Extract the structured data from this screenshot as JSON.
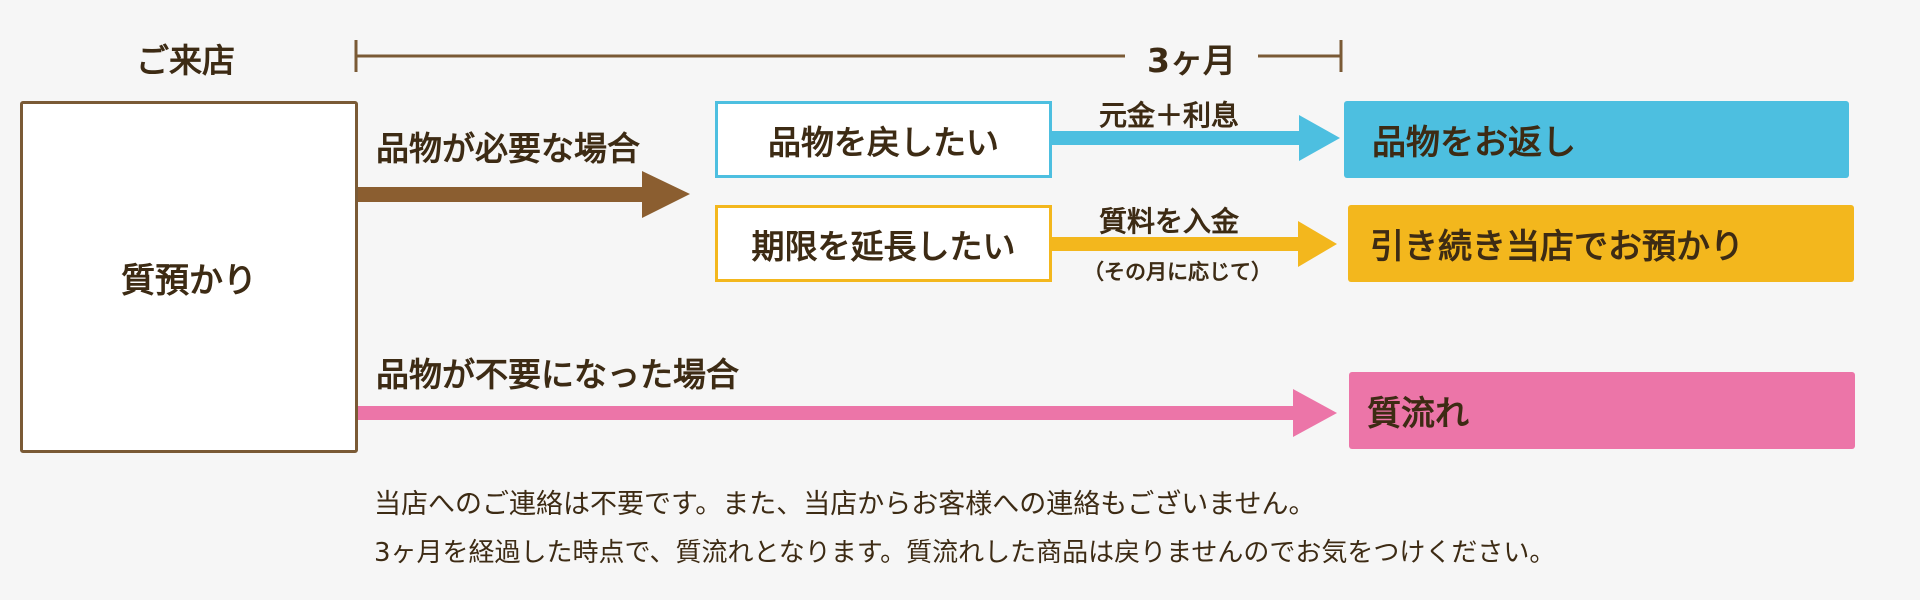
{
  "visit_label": "ご来店",
  "period_label": "3ヶ月",
  "pawn_box": "質預かり",
  "needed_label": "品物が必要な場合",
  "unneeded_label": "品物が不要になった場合",
  "return": {
    "option": "品物を戻したい",
    "payment": "元金＋利息",
    "result": "品物をお返し"
  },
  "extend": {
    "option": "期限を延長したい",
    "payment": "質料を入金",
    "payment_note": "（その月に応じて）",
    "result": "引き続き当店でお預かり"
  },
  "forfeit": {
    "result": "質流れ"
  },
  "notes": [
    "当店へのご連絡は不要です。また、当店からお客様への連絡もございません。",
    "3ヶ月を経過した時点で、質流れとなります。質流れした商品は戻りませんのでお気をつけください。"
  ],
  "colors": {
    "brown": "#8b5e30",
    "blue": "#4dbfe0",
    "yellow": "#f3b71d",
    "pink": "#ec75a8",
    "text": "#3d2b14"
  }
}
